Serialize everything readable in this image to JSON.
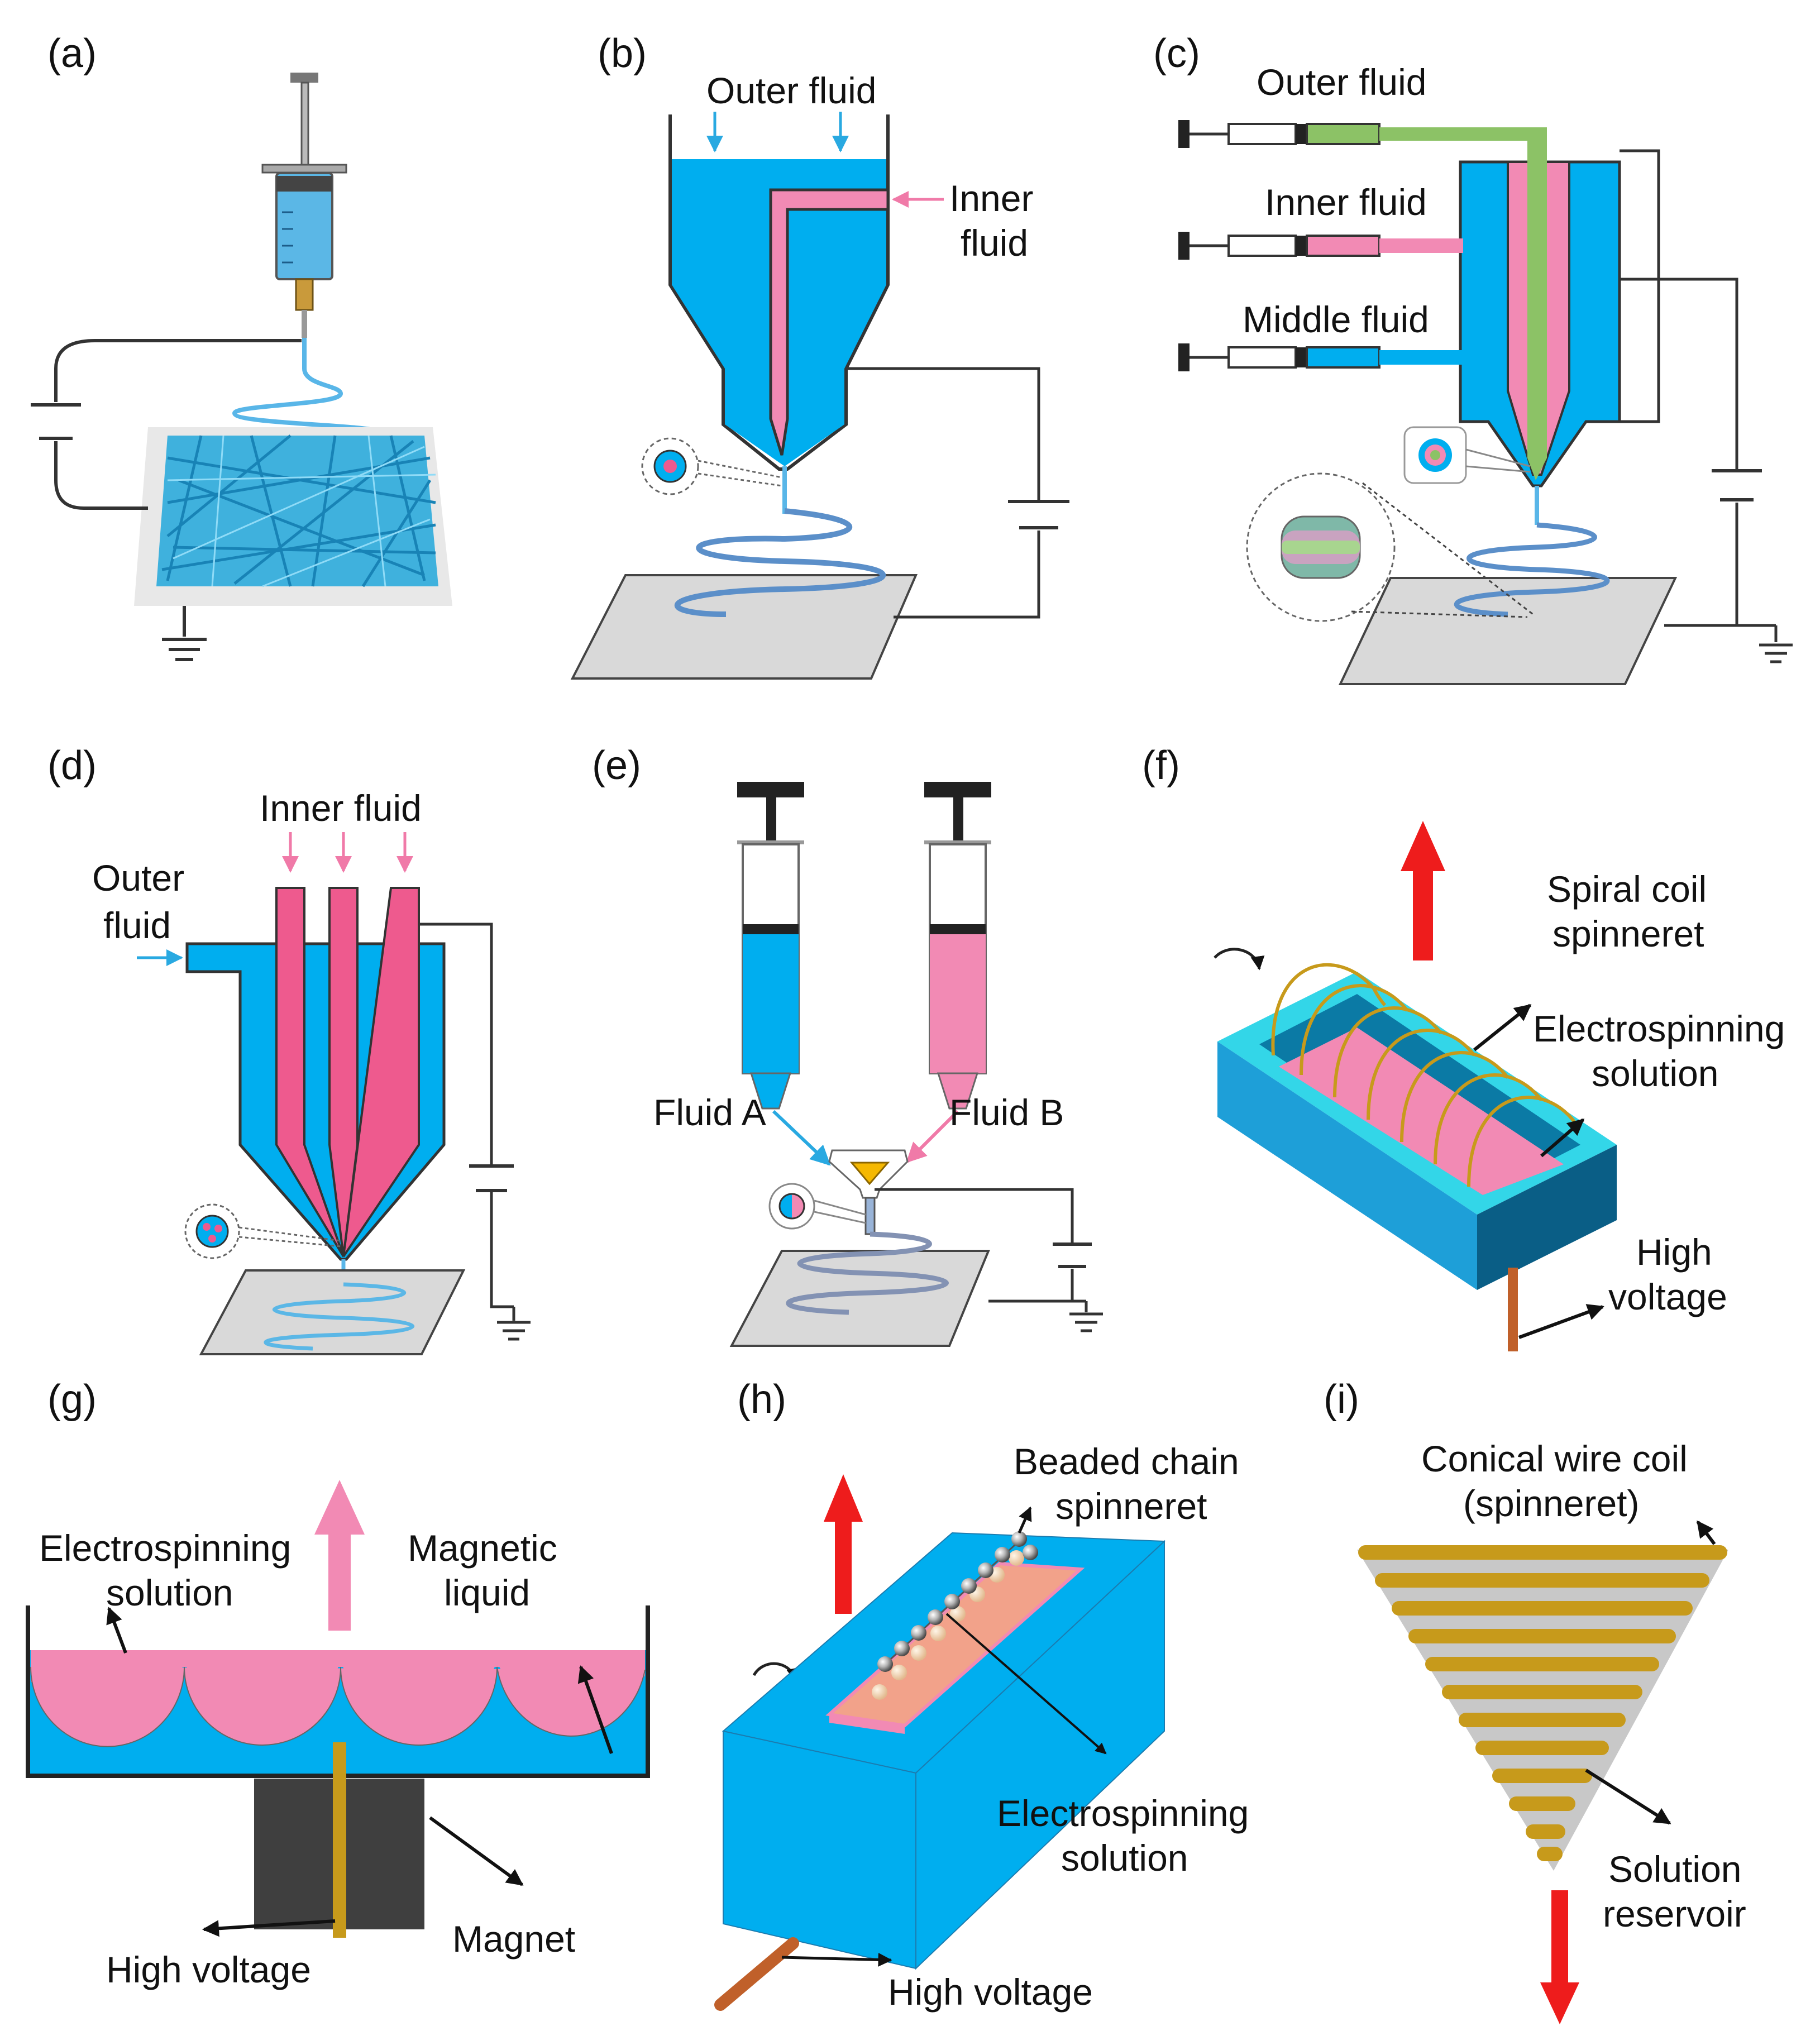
{
  "colors": {
    "blue": "#00AEEF",
    "dark_blue": "#0A6E9E",
    "pink": "#F28AB4",
    "hot_pink": "#EE5A8E",
    "green": "#8CC266",
    "gold": "#C79A1B",
    "red": "#EE1C1C",
    "gray_plate": "#D9D9D9",
    "wire": "#333333",
    "magnet": "#3F3F3F",
    "rod": "#C0602A"
  },
  "panels": {
    "a": {
      "tag": "(a)"
    },
    "b": {
      "tag": "(b)",
      "outer_fluid": "Outer fluid",
      "inner_fluid_1": "Inner",
      "inner_fluid_2": "fluid"
    },
    "c": {
      "tag": "(c)",
      "outer_fluid": "Outer fluid",
      "inner_fluid": "Inner fluid",
      "middle_fluid": "Middle  fluid"
    },
    "d": {
      "tag": "(d)",
      "inner_fluid": "Inner fluid",
      "outer_fluid_1": "Outer",
      "outer_fluid_2": "fluid"
    },
    "e": {
      "tag": "(e)",
      "fluid_a": "Fluid  A",
      "fluid_b": "Fluid  B"
    },
    "f": {
      "tag": "(f)",
      "spiral_1": "Spiral coil",
      "spiral_2": "spinneret",
      "solution_1": "Electrospinning",
      "solution_2": "solution",
      "voltage_1": "High",
      "voltage_2": "voltage"
    },
    "g": {
      "tag": "(g)",
      "solution_1": "Electrospinning",
      "solution_2": "solution",
      "magnetic_1": "Magnetic",
      "magnetic_2": "liquid",
      "voltage": "High voltage",
      "magnet": "Magnet"
    },
    "h": {
      "tag": "(h)",
      "beaded_1": "Beaded chain",
      "beaded_2": "spinneret",
      "solution_1": "Electrospinning",
      "solution_2": "solution",
      "voltage": "High voltage"
    },
    "i": {
      "tag": "(i)",
      "conical_1": "Conical wire coil",
      "conical_2": "(spinneret)",
      "reservoir_1": "Solution",
      "reservoir_2": "reservoir"
    }
  }
}
